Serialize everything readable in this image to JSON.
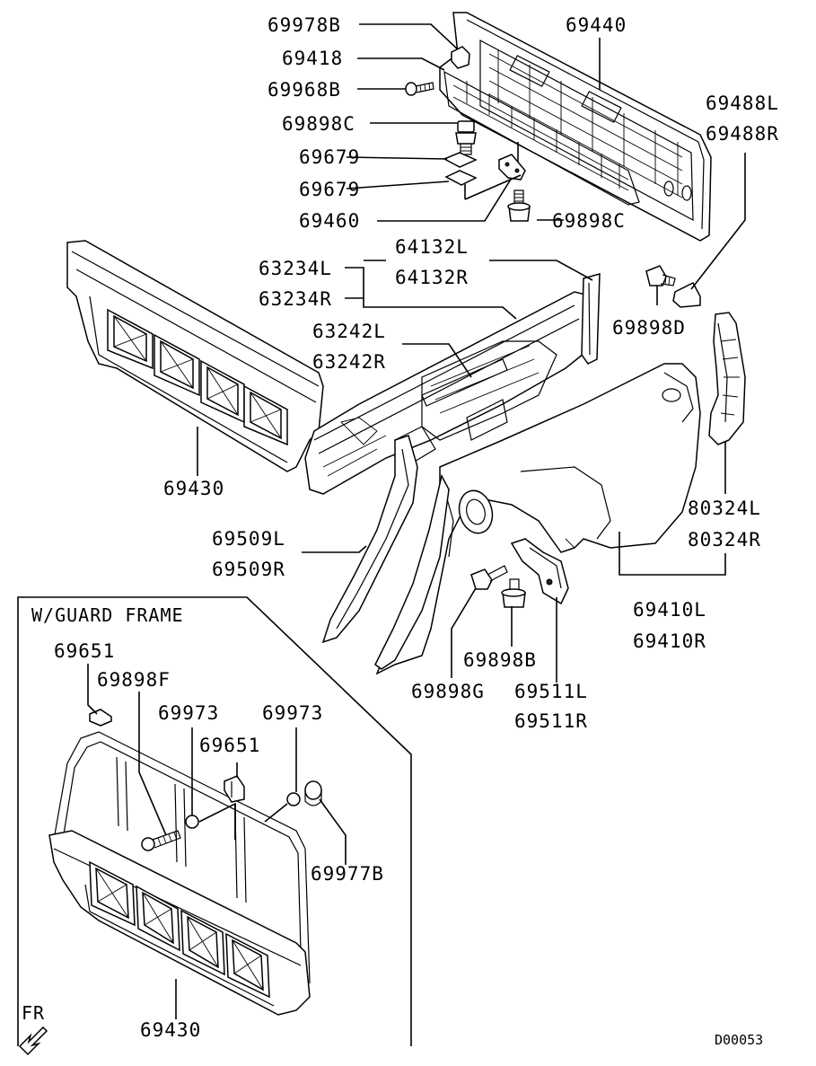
{
  "labels": {
    "p69978B": "69978B",
    "p69440": "69440",
    "p69418": "69418",
    "p69968B": "69968B",
    "p69488L": "69488L",
    "p69488R": "69488R",
    "p69898C_top": "69898C",
    "p69679_a": "69679",
    "p69679_b": "69679",
    "p69460": "69460",
    "p69898C_mid": "69898C",
    "p64132L": "64132L",
    "p64132R": "64132R",
    "p63234L": "63234L",
    "p63234R": "63234R",
    "p69898D": "69898D",
    "p63242L": "63242L",
    "p63242R": "63242R",
    "p69430_top": "69430",
    "p80324L": "80324L",
    "p80324R": "80324R",
    "p69509L": "69509L",
    "p69509R": "69509R",
    "p69410L": "69410L",
    "p69410R": "69410R",
    "p69898B": "69898B",
    "p69898G": "69898G",
    "p69511L": "69511L",
    "p69511R": "69511R",
    "p69651_a": "69651",
    "p69898F": "69898F",
    "p69973_a": "69973",
    "p69973_b": "69973",
    "p69651_b": "69651",
    "p69977B": "69977B",
    "p69430_bottom": "69430"
  },
  "inset_title": "W/GUARD FRAME",
  "direction_label": "FR",
  "diagram_code": "D00053"
}
